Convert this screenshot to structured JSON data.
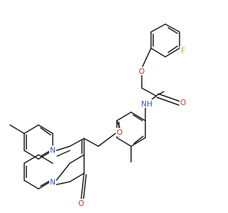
{
  "molecule": {
    "atom_labels": {
      "fluorine": "F",
      "ether_oxygen_1": "O",
      "carbonyl_oxygen": "O",
      "amide_nh": "NH",
      "ether_oxygen_2": "O",
      "ring_nitrogen_1": "N",
      "ring_nitrogen_2": "N",
      "pyrimidinone_oxygen": "O"
    },
    "colors": {
      "fluorine": "#8fbf3a",
      "oxygen": "#e0301e",
      "nitrogen": "#2a4fd8",
      "bond": "#1a1a1a"
    }
  }
}
